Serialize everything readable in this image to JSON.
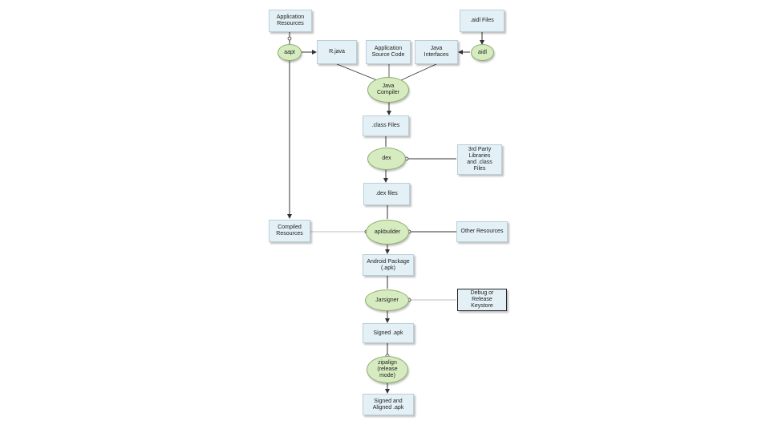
{
  "nodes": {
    "app_resources": "Application\nResources",
    "aidl_files": ".aidl Files",
    "aapt": "aapt",
    "r_java": "R.java",
    "app_source": "Application\nSource Code",
    "java_interfaces": "Java\nInterfaces",
    "aidl": "aidl",
    "java_compiler": "Java\nCompiler",
    "class_files": ".class Files",
    "dex": "dex",
    "third_party": "3rd Party\nLibraries\nand .class\nFiles",
    "dex_files": ".dex files",
    "compiled_resources": "Compiled\nResources",
    "apkbuilder": "apkbuilder",
    "other_resources": "Other Resources",
    "android_package": "Android Package\n(.apk)",
    "jarsigner": "Jarsigner",
    "keystore": "Debug or\nRelease\nKeystore",
    "signed_apk": "Signed .apk",
    "zipalign": "zipalign\n(release\nmode)",
    "signed_aligned": "Signed and\nAligned .apk"
  },
  "colors": {
    "box_fill": "#e3f0f6",
    "tool_fill": "#d6ecc0",
    "line": "#333333"
  }
}
